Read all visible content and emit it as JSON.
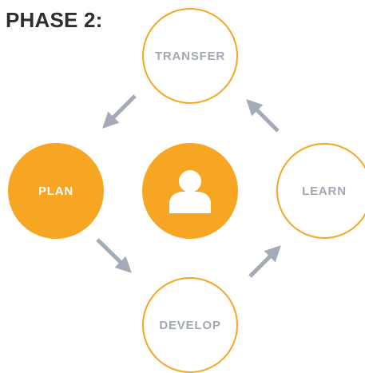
{
  "title": "PHASE 2:",
  "nodes": {
    "transfer": "TRANSFER",
    "plan": "PLAN",
    "learn": "LEARN",
    "develop": "DEVELOP"
  },
  "center_icon": "user-icon",
  "colors": {
    "accent": "#f6a623",
    "node_text": "#a1a7b3",
    "arrow": "#a3aab8",
    "title": "#2e2e2e"
  }
}
